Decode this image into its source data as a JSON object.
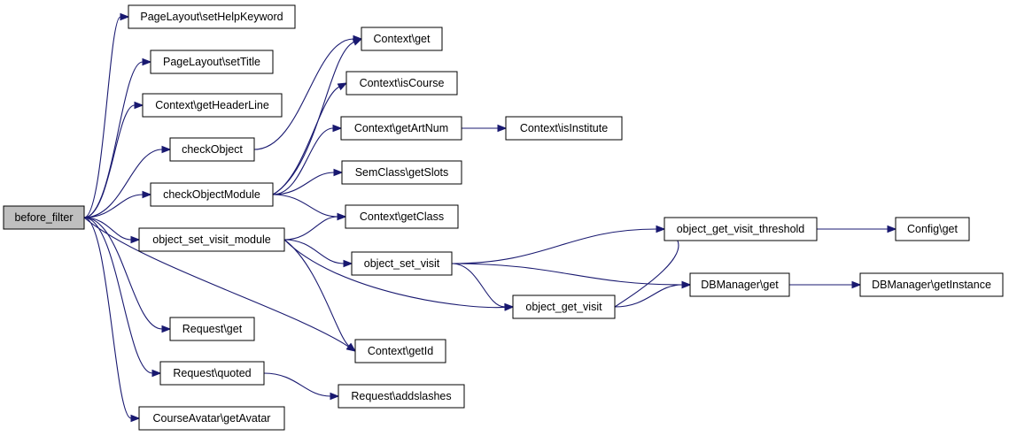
{
  "graph": {
    "colors": {
      "edge": "#191970",
      "root_fill": "#bfbfbf",
      "node_fill": "#ffffff",
      "node_border": "#000000"
    },
    "nodes": {
      "before_filter": "before_filter",
      "setHelpKeyword": "PageLayout\\setHelpKeyword",
      "setTitle": "PageLayout\\setTitle",
      "getHeaderLine": "Context\\getHeaderLine",
      "checkObject": "checkObject",
      "checkObjectModule": "checkObjectModule",
      "object_set_visit_module": "object_set_visit_module",
      "request_get": "Request\\get",
      "request_quoted": "Request\\quoted",
      "getAvatar": "CourseAvatar\\getAvatar",
      "context_get": "Context\\get",
      "isCourse": "Context\\isCourse",
      "getArtNum": "Context\\getArtNum",
      "getSlots": "SemClass\\getSlots",
      "getClass": "Context\\getClass",
      "object_set_visit": "object_set_visit",
      "getId": "Context\\getId",
      "addslashes": "Request\\addslashes",
      "isInstitute": "Context\\isInstitute",
      "object_get_visit_threshold": "object_get_visit_threshold",
      "dbmanager_get": "DBManager\\get",
      "object_get_visit": "object_get_visit",
      "config_get": "Config\\get",
      "getInstance": "DBManager\\getInstance"
    },
    "edges": [
      [
        "before_filter",
        "setHelpKeyword"
      ],
      [
        "before_filter",
        "setTitle"
      ],
      [
        "before_filter",
        "getHeaderLine"
      ],
      [
        "before_filter",
        "checkObject"
      ],
      [
        "before_filter",
        "checkObjectModule"
      ],
      [
        "before_filter",
        "object_set_visit_module"
      ],
      [
        "before_filter",
        "getId"
      ],
      [
        "before_filter",
        "request_get"
      ],
      [
        "before_filter",
        "request_quoted"
      ],
      [
        "before_filter",
        "getAvatar"
      ],
      [
        "checkObject",
        "context_get"
      ],
      [
        "checkObjectModule",
        "context_get"
      ],
      [
        "checkObjectModule",
        "isCourse"
      ],
      [
        "checkObjectModule",
        "getArtNum"
      ],
      [
        "checkObjectModule",
        "getSlots"
      ],
      [
        "checkObjectModule",
        "getClass"
      ],
      [
        "object_set_visit_module",
        "getClass"
      ],
      [
        "object_set_visit_module",
        "object_set_visit"
      ],
      [
        "object_set_visit_module",
        "getId"
      ],
      [
        "object_set_visit_module",
        "object_get_visit"
      ],
      [
        "getArtNum",
        "isInstitute"
      ],
      [
        "object_set_visit",
        "object_get_visit_threshold"
      ],
      [
        "object_set_visit",
        "dbmanager_get"
      ],
      [
        "object_set_visit",
        "object_get_visit"
      ],
      [
        "object_get_visit",
        "object_get_visit_threshold"
      ],
      [
        "object_get_visit",
        "dbmanager_get"
      ],
      [
        "object_get_visit_threshold",
        "config_get"
      ],
      [
        "dbmanager_get",
        "getInstance"
      ],
      [
        "request_quoted",
        "addslashes"
      ]
    ]
  }
}
